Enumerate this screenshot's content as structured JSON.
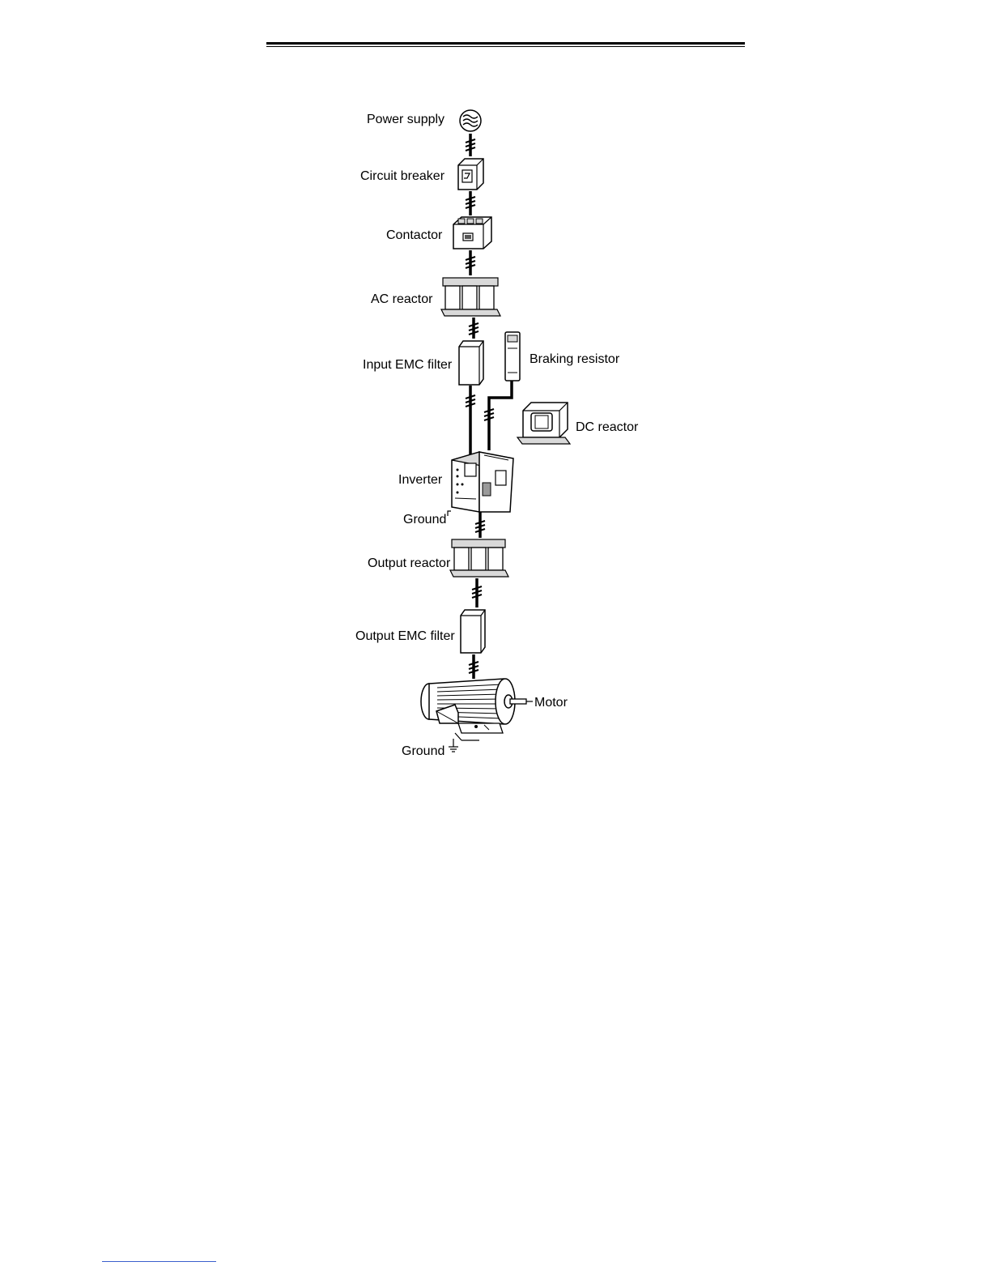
{
  "diagram": {
    "labels": {
      "power_supply": "Power supply",
      "circuit_breaker": "Circuit breaker",
      "contactor": "Contactor",
      "ac_reactor": "AC reactor",
      "input_emc_filter": "Input EMC filter",
      "braking_resistor": "Braking resistor",
      "dc_reactor": "DC reactor",
      "inverter": "Inverter",
      "inverter_ground": "Ground",
      "output_reactor": "Output reactor",
      "output_emc_filter": "Output EMC filter",
      "motor": "Motor",
      "motor_ground": "Ground"
    }
  },
  "colors": {
    "line": "#000000",
    "fill_light": "#ffffff",
    "fill_gray": "#d9d9d9",
    "fill_dark": "#9a9a9a",
    "footer_rule": "#3a5fcd"
  }
}
